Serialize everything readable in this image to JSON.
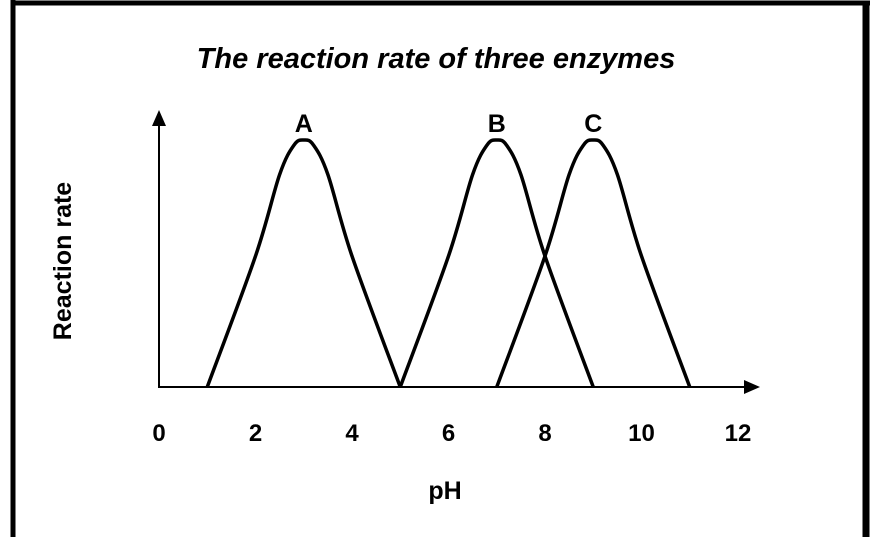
{
  "chart_data": {
    "type": "line",
    "title": "The reaction rate of three enzymes",
    "xlabel": "pH",
    "ylabel": "Reaction rate",
    "xlim": [
      0,
      12
    ],
    "ylim": [
      0,
      1
    ],
    "x_ticks": [
      0,
      2,
      4,
      6,
      8,
      10,
      12
    ],
    "y_ticks": [],
    "grid": false,
    "legend": "none",
    "series": [
      {
        "name": "A",
        "x": [
          1.0,
          2.0,
          2.5,
          2.8,
          3.0,
          3.2,
          3.5,
          4.0,
          5.0
        ],
        "y": [
          0.0,
          0.53,
          0.86,
          0.98,
          1.0,
          0.98,
          0.86,
          0.53,
          0.0
        ]
      },
      {
        "name": "B",
        "x": [
          5.0,
          6.0,
          6.5,
          6.8,
          7.0,
          7.2,
          7.5,
          8.0,
          9.0
        ],
        "y": [
          0.0,
          0.53,
          0.86,
          0.98,
          1.0,
          0.98,
          0.86,
          0.53,
          0.0
        ]
      },
      {
        "name": "C",
        "x": [
          7.0,
          8.0,
          8.5,
          8.8,
          9.0,
          9.2,
          9.5,
          10.0,
          11.0
        ],
        "y": [
          0.0,
          0.53,
          0.86,
          0.98,
          1.0,
          0.98,
          0.86,
          0.53,
          0.0
        ]
      }
    ],
    "colors": {
      "line": "#000000",
      "frame": "#000000",
      "background": "#ffffff"
    }
  }
}
